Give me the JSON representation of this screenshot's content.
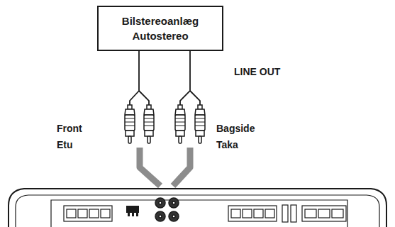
{
  "diagram": {
    "nodes": [
      {
        "text": [
          "Bilstereoanlæg Autostereo"
        ]
      }
    ],
    "labels": [
      "LINE OUT",
      "Front",
      "Etu",
      "Bagside",
      "Taka"
    ]
  }
}
